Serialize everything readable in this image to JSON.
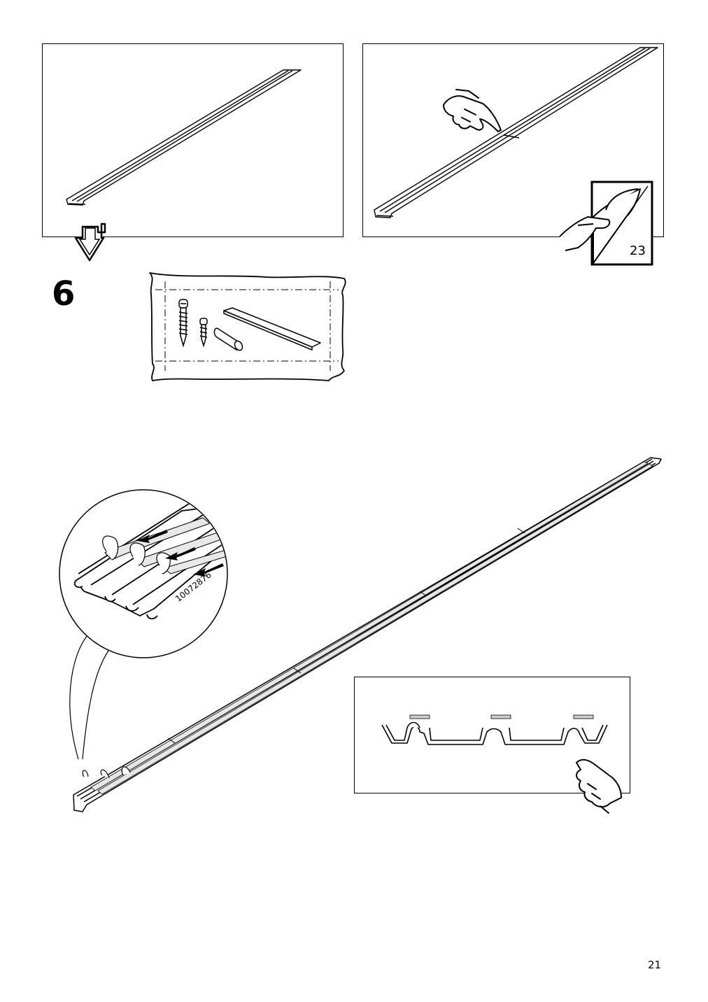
{
  "step": {
    "number": "6"
  },
  "reference": {
    "page": "23"
  },
  "detail": {
    "part_code": "10072876"
  },
  "footer": {
    "page_number": "21"
  },
  "icons": [
    "down-arrow-icon",
    "hand-pointing-icon",
    "peel-sticker-icon",
    "hardware-bag-icon",
    "screw-icon",
    "dowel-icon",
    "plank-icon",
    "magnifier-callout",
    "cross-section-profile",
    "tape-arrow-icon"
  ]
}
